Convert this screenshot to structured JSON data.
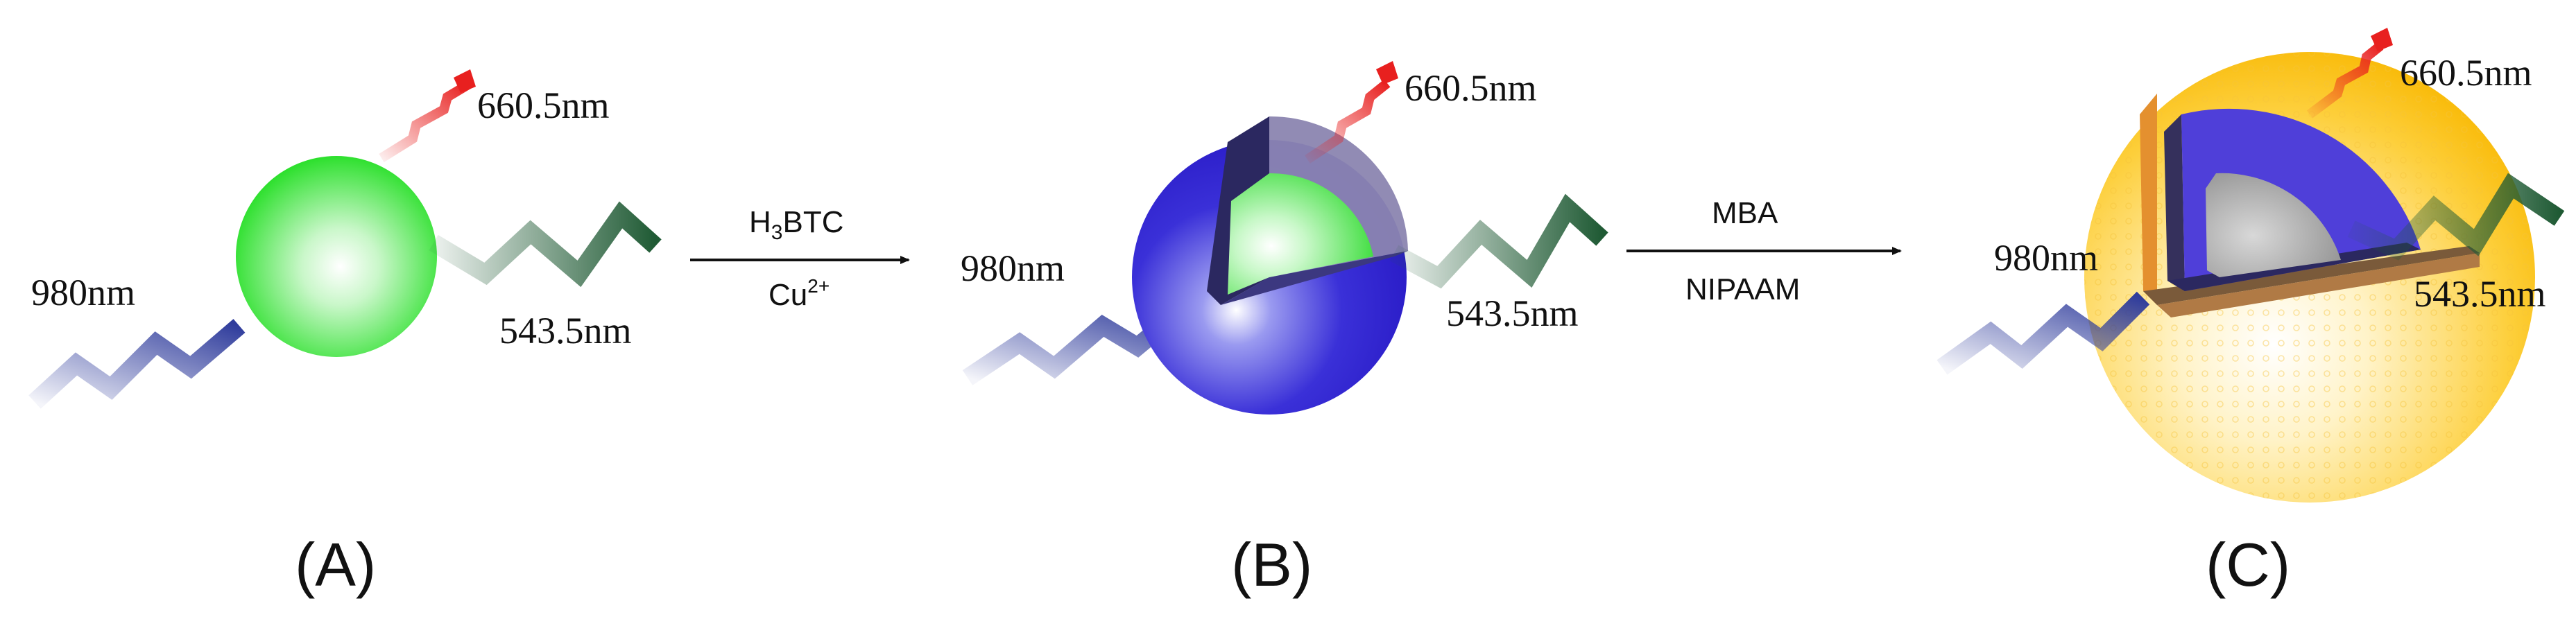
{
  "panels": [
    {
      "label": "(A)",
      "excitation": "980nm",
      "emission_red": "660.5nm",
      "emission_green": "543.5nm"
    },
    {
      "label": "(B)",
      "excitation": "980nm",
      "emission_red": "660.5nm",
      "emission_green": "543.5nm"
    },
    {
      "label": "(C)",
      "excitation": "980nm",
      "emission_red": "660.5nm",
      "emission_green": "543.5nm"
    }
  ],
  "arrows": [
    {
      "top": "H3BTC",
      "top_prefix": "H",
      "top_sub": "3",
      "top_suffix": "BTC",
      "bottom": "Cu²⁺",
      "bottom_base": "Cu",
      "bottom_sup": "2+"
    },
    {
      "top": "MBA",
      "bottom": "NIPAAM"
    }
  ],
  "colors": {
    "core_green": "#2de02d",
    "shell_blue": "#2a1fd2",
    "shell_yellow": "#fdc422",
    "wave_red": "#e8201f",
    "wave_green": "#1f5a34",
    "wave_blue": "#2f3c9c"
  }
}
